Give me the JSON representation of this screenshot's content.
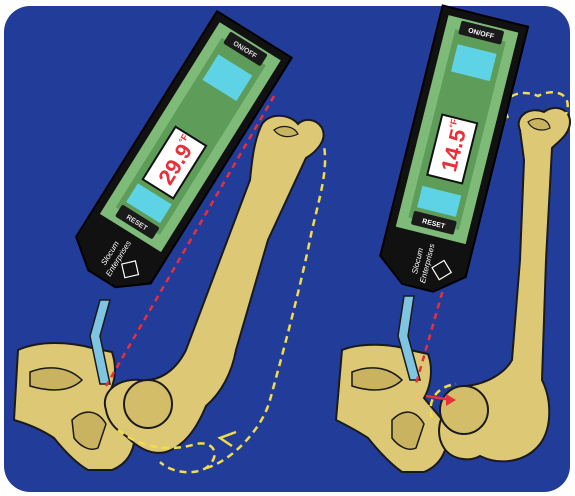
{
  "left_device": {
    "reading_value": "29.9",
    "reading_unit": "°F",
    "top_button": "ON/OFF",
    "bottom_button": "RESET",
    "brand_line1": "Slocum",
    "brand_line2": "Enterprises"
  },
  "right_device": {
    "reading_value": "14.5",
    "reading_unit": "°F",
    "top_button": "ON/OFF",
    "bottom_button": "RESET",
    "brand_line1": "Slocum",
    "brand_line2": "Enterprises"
  },
  "colors": {
    "background": "#223c9a",
    "bone": "#ddc876",
    "device_body": "#111111",
    "device_panel": "#7fbb78",
    "device_cyan": "#5fd3e6",
    "probe": "#7fc4e0",
    "guide_line_red": "#e8303a",
    "guide_line_yellow": "#f2dc4c"
  }
}
